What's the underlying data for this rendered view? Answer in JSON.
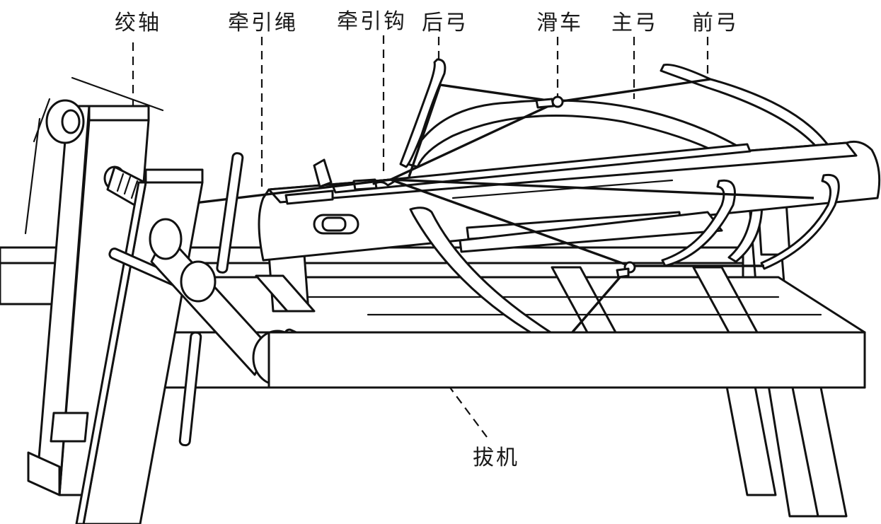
{
  "labels": {
    "winch_axle": "绞轴",
    "traction_rope": "牵引绳",
    "traction_hook": "牵引钩",
    "rear_bow": "后弓",
    "pulley": "滑车",
    "main_bow": "主弓",
    "front_bow": "前弓",
    "trigger": "拔机"
  },
  "colors": {
    "ink": "#111111",
    "background": "#ffffff"
  }
}
